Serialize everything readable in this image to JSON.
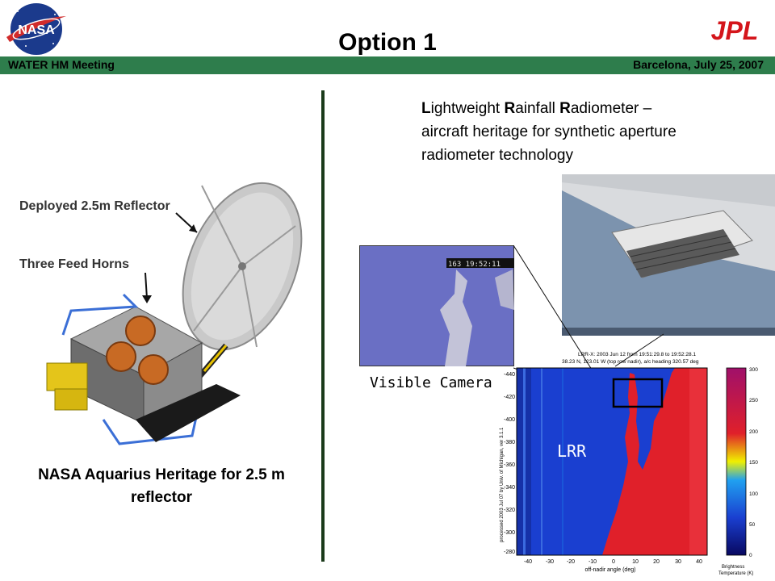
{
  "slide": {
    "title": "Option 1",
    "meeting": "WATER HM Meeting",
    "date": "Barcelona, July 25, 2007"
  },
  "logos": {
    "nasa_text": "NASA",
    "jpl_text": "JPL"
  },
  "left_panel": {
    "figure_labels": {
      "reflector": "Deployed 2.5m Reflector",
      "horns": "Three Feed Horns"
    },
    "caption": {
      "line1": "NASA Aquarius Heritage for 2.5 m",
      "line2": "reflector"
    }
  },
  "right_panel": {
    "description": {
      "p1_L": "L",
      "p1_rest1": "ightweight ",
      "p1_R": "R",
      "p1_rest2": "ainfall ",
      "p1_R2": "R",
      "p1_rest3": "adiometer –",
      "line2": "aircraft heritage for synthetic aperture",
      "line3": "radiometer technology"
    },
    "camera_timestamp": "163 19:52:11",
    "camera_label": "Visible Camera",
    "plot": {
      "header1": "LRR-X:  2003 Jun 12 from 19:51:29.8 to 19:52:28.1",
      "header2": "38.23 N, 123.01 W (top row nadir), a/c heading 320.57 deg",
      "ylabel": "processed 2003 Jul 07 by Univ. of Michigan, ver 3.1.1",
      "xlabel": "off-nadir angle (deg)",
      "overlay_label": "LRR",
      "y_ticks": [
        "-440",
        "-420",
        "-400",
        "-380",
        "-360",
        "-340",
        "-320",
        "-300",
        "-280"
      ],
      "x_ticks": [
        "-40",
        "-30",
        "-20",
        "-10",
        "0",
        "10",
        "20",
        "30",
        "40"
      ],
      "colorbar_ticks": [
        "300",
        "250",
        "200",
        "150",
        "100",
        "50",
        "0"
      ],
      "colorbar_label1": "Brightness",
      "colorbar_label2": "Temperature (K)",
      "colors": {
        "cold": "#1a3fd0",
        "warm": "#e0202a",
        "bar_top": "#a0106a",
        "bar_bottom": "#080860"
      }
    }
  }
}
